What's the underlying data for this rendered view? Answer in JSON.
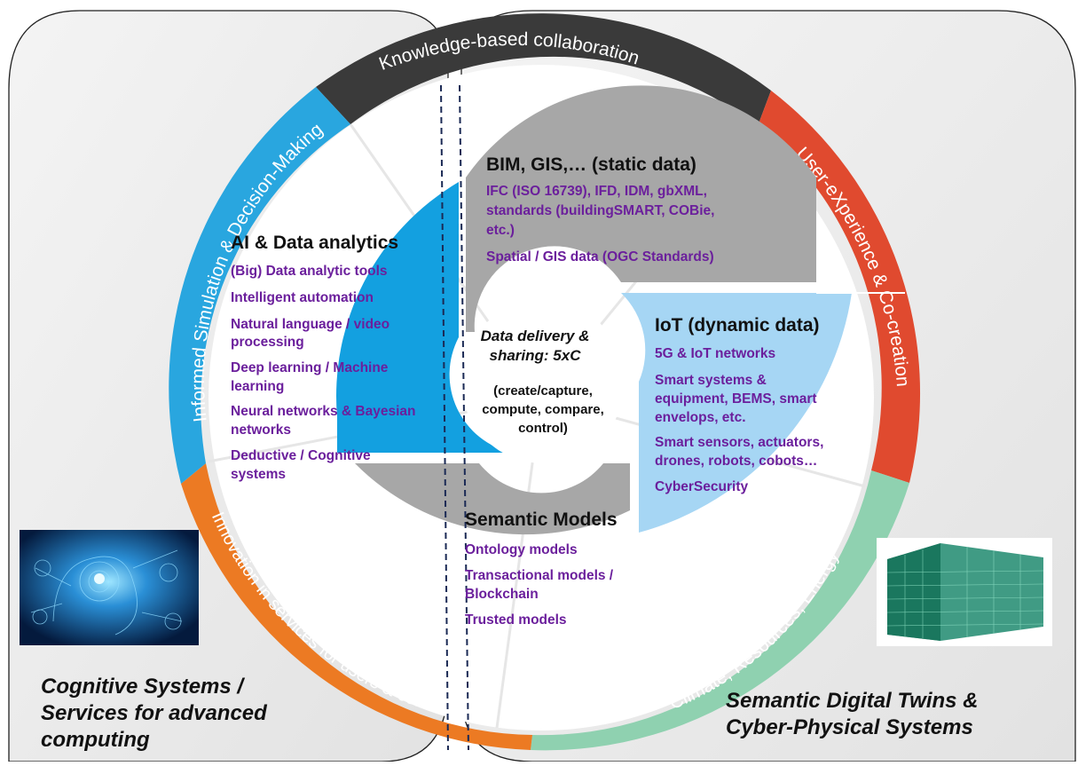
{
  "colors": {
    "purple_text": "#6b1f9c",
    "ring_dark": "#3a3a3a",
    "ring_red": "#e04a2f",
    "ring_green": "#8fd1b0",
    "ring_orange": "#ec7a23",
    "ring_blue": "#29a6df",
    "wedge_blue": "#13a0e0",
    "wedge_gray": "#a7a7a7",
    "wedge_light_blue": "#a6d6f4"
  },
  "ring": {
    "top": "Knowledge-based collaboration",
    "right": "User-eXperience & Co-creation",
    "bottom_right": "Climate, Resources, Energy",
    "bottom_left": "Innovation in services for users & communities",
    "left": "Informed Simulation & Decision-Making"
  },
  "center": {
    "line1": "Data delivery &",
    "line2": "sharing: 5xC",
    "line3": "(create/capture,",
    "line4": "compute, compare,",
    "line5": "control)"
  },
  "bim": {
    "title": "BIM, GIS,… (static data)",
    "items": [
      "IFC (ISO 16739), IFD, IDM, gbXML,",
      "standards (buildingSMART, COBie,",
      "etc.)",
      "Spatial / GIS data (OGC Standards)"
    ]
  },
  "ai": {
    "title": "AI & Data analytics",
    "items": [
      "(Big) Data analytic tools",
      "Intelligent automation",
      "Natural language / video",
      "processing",
      "Deep learning / Machine",
      "learning",
      "Neural networks & Bayesian",
      "networks",
      "Deductive / Cognitive",
      "systems"
    ]
  },
  "iot": {
    "title": "IoT (dynamic data)",
    "items": [
      "5G & IoT networks",
      "Smart systems &",
      "equipment, BEMS, smart",
      "envelops, etc.",
      "Smart sensors, actuators,",
      "drones, robots, cobots…",
      "CyberSecurity"
    ]
  },
  "semantic": {
    "title": "Semantic Models",
    "items": [
      "Ontology models",
      "Transactional models /",
      "Blockchain",
      "Trusted models"
    ]
  },
  "captions": {
    "left_line1": "Cognitive Systems  /",
    "left_line2": "Services for advanced",
    "left_line3": "computing",
    "right_line1": "Semantic Digital Twins &",
    "right_line2": "Cyber-Physical Systems"
  },
  "icons": {
    "left_image": "ai-brain-network-image",
    "right_image": "wireframe-building-image"
  }
}
